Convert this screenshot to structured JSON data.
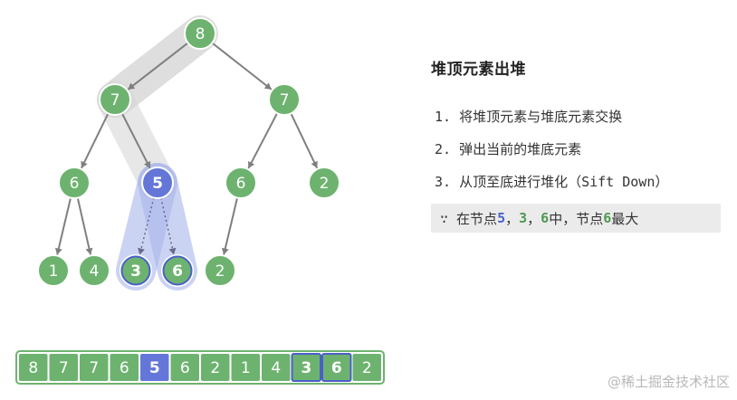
{
  "title": "堆顶元素出堆",
  "steps": [
    "1. 将堆顶元素与堆底元素交换",
    "2. 弹出当前的堆底元素",
    "3. 从顶至底进行堆化（Sift Down）"
  ],
  "note": {
    "prefix": "∵ 在节点 ",
    "a": "5",
    "sep1": "，",
    "b": "3",
    "sep2": "，",
    "c": "6",
    "mid": " 中，节点 ",
    "d": "6",
    "suffix": " 最大"
  },
  "tree": {
    "nodes": [
      "8",
      "7",
      "7",
      "6",
      "5",
      "6",
      "2",
      "1",
      "4",
      "3",
      "6",
      "2"
    ],
    "highlighted": [
      4
    ],
    "outlined": [
      9,
      10
    ]
  },
  "array": {
    "values": [
      "8",
      "7",
      "7",
      "6",
      "5",
      "6",
      "2",
      "1",
      "4",
      "3",
      "6",
      "2"
    ],
    "highlighted": [
      4
    ],
    "outlined": [
      9,
      10
    ]
  },
  "colors": {
    "green": "#6db36f",
    "green_stroke": "#ffffff",
    "blue": "#6477d8",
    "edge": "#7f7f7f",
    "outline": "#4a5fc9",
    "shade_gray": "#d4d4d4",
    "shade_blue": "#aab6ec"
  },
  "watermark": "@稀土掘金技术社区"
}
